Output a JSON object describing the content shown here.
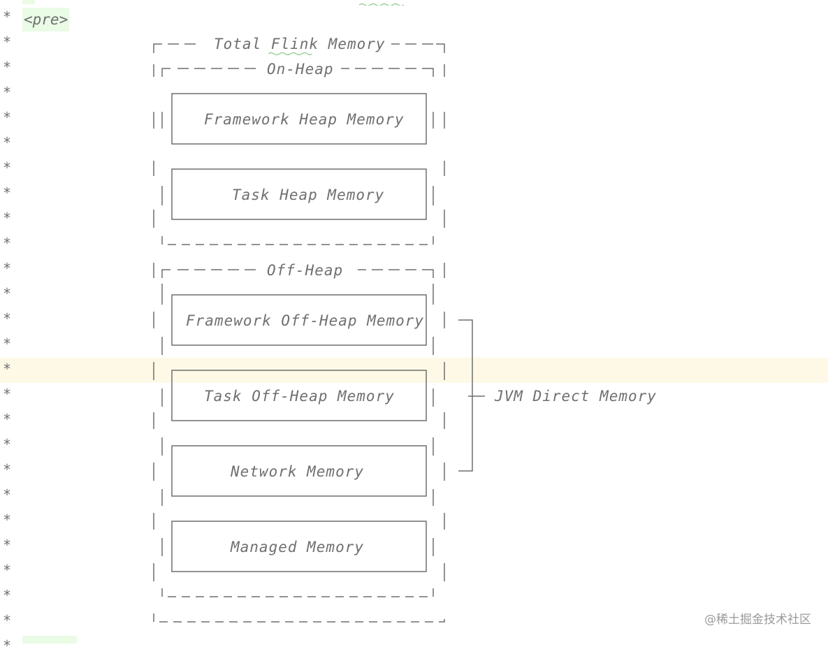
{
  "editor": {
    "gutter_marker": "*",
    "pre_open": "<pre>"
  },
  "diagram": {
    "total": "Total Flink Memory",
    "on_heap": "On-Heap",
    "off_heap": "Off-Heap",
    "boxes": {
      "framework_heap": "Framework Heap Memory",
      "task_heap": "Task Heap Memory",
      "framework_off_heap": "Framework Off-Heap Memory",
      "task_off_heap": "Task Off-Heap Memory",
      "network": "Network Memory",
      "managed": "Managed Memory"
    },
    "jvm_direct": "JVM Direct Memory"
  },
  "watermark": "@稀土掘金技术社区"
}
